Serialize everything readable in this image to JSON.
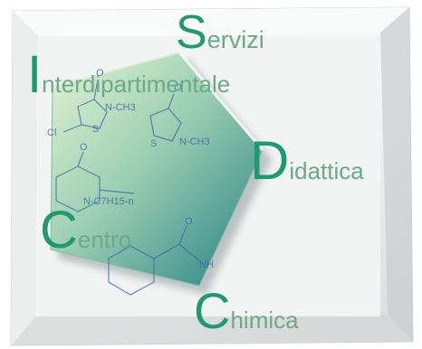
{
  "logo": {
    "words": [
      {
        "initial": "S",
        "rest": "ervizi"
      },
      {
        "initial": "I",
        "rest": "nterdipartimentale"
      },
      {
        "initial": "D",
        "rest": "idattica"
      },
      {
        "initial": "C",
        "rest": "entro"
      },
      {
        "initial": "C",
        "rest": "himica"
      }
    ],
    "chemistry": {
      "label_1": "N-CH3",
      "label_2": "N-CH3",
      "label_3": "N-C7H15-n",
      "label_4": "NH",
      "atom_o1": "O",
      "atom_o2": "O",
      "atom_o3": "O",
      "atom_o4": "O",
      "atom_s1": "S",
      "atom_s2": "S",
      "atom_cl": "Cl"
    },
    "colors": {
      "accent": "#1e9a72",
      "soft_text": "#6ca98a",
      "pentagon_light": "#d6edc9",
      "pentagon_dark": "#2f8f8a",
      "structure_lines": "#3e63a8"
    }
  }
}
